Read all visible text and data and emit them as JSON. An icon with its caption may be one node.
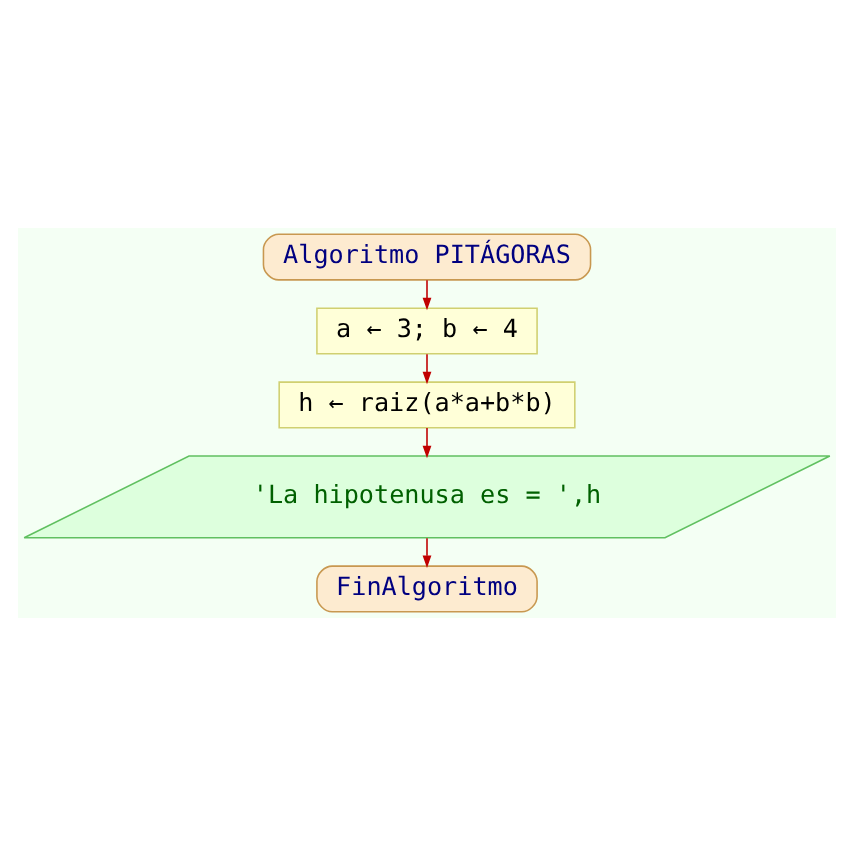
{
  "diagram": {
    "nodes": [
      {
        "text": [
          "Algoritmo PITÁGORAS"
        ]
      },
      {
        "text": [
          "a ← 3; b ← 4"
        ]
      },
      {
        "text": [
          "h ← raiz(a*a+b*b)"
        ]
      },
      {
        "text": [
          "'La hipotenusa es = ',h"
        ]
      },
      {
        "text": [
          "FinAlgoritmo"
        ]
      }
    ],
    "edges": [
      {
        "from": 0,
        "to": 1,
        "arrow": "to"
      },
      {
        "from": 1,
        "to": 2,
        "arrow": "to"
      },
      {
        "from": 2,
        "to": 3,
        "arrow": "to"
      },
      {
        "from": 3,
        "to": 4,
        "arrow": "to"
      }
    ]
  }
}
